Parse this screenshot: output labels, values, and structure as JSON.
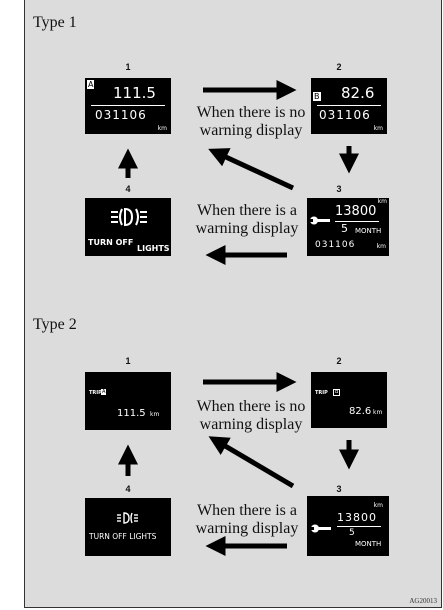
{
  "type1": {
    "title": "Type 1",
    "steps": [
      "1",
      "2",
      "3",
      "4"
    ],
    "d1": {
      "badge": "A",
      "value": "111.5",
      "odo": "031106",
      "unit": "km"
    },
    "d2": {
      "badge": "B",
      "value": "82.6",
      "odo": "031106",
      "unit": "km"
    },
    "d3": {
      "unit_top": "km",
      "value": "13800",
      "months": "5",
      "month_label": "MONTH",
      "odo": "031106",
      "unit": "km"
    },
    "d4": {
      "line1": "TURN OFF",
      "line2": "LIGHTS"
    },
    "caption_no_warning": [
      "When there is no",
      "warning display"
    ],
    "caption_warning": [
      "When there is a",
      "warning display"
    ]
  },
  "type2": {
    "title": "Type 2",
    "steps": [
      "1",
      "2",
      "3",
      "4"
    ],
    "d1": {
      "label": "TRIP",
      "badge": "A",
      "value": "111.5",
      "unit": "km"
    },
    "d2": {
      "label": "TRIP",
      "badge": "B",
      "value": "82.6",
      "unit": "km"
    },
    "d3": {
      "unit_top": "km",
      "value": "13800",
      "months": "5",
      "month_label": "MONTH"
    },
    "d4": {
      "line1": "TURN OFF LIGHTS"
    },
    "caption_no_warning": [
      "When there is no",
      "warning display"
    ],
    "caption_warning": [
      "When there is a",
      "warning display"
    ]
  },
  "reference": "AG20013"
}
